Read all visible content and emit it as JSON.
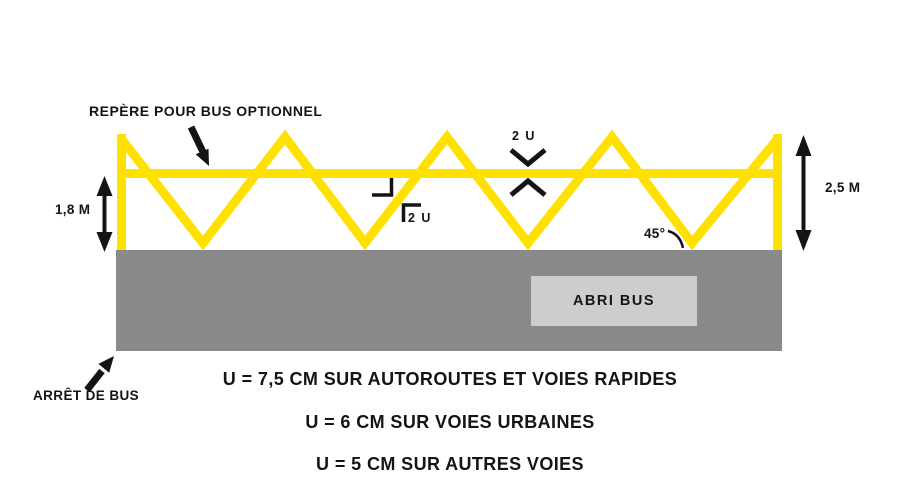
{
  "diagram": {
    "labels": {
      "repere": "REPÈRE POUR BUS OPTIONNEL",
      "dim_height_line": "1,8 M",
      "dim_height_peak": "2,5 M",
      "line_width": "2 U",
      "stripe_width": "2 U",
      "angle": "45°",
      "shelter": "ABRI BUS",
      "bus_stop": "ARRÊT DE BUS"
    },
    "specs": [
      "U = 7,5 CM SUR AUTOROUTES ET VOIES RAPIDES",
      "U = 6 CM SUR VOIES URBAINES",
      "U = 5 CM SUR AUTRES VOIES"
    ],
    "colors": {
      "marking_yellow": "#FFE100",
      "road_gray": "#8A8A8A",
      "shelter_gray": "#CDCDCD",
      "ink_black": "#141414"
    }
  }
}
